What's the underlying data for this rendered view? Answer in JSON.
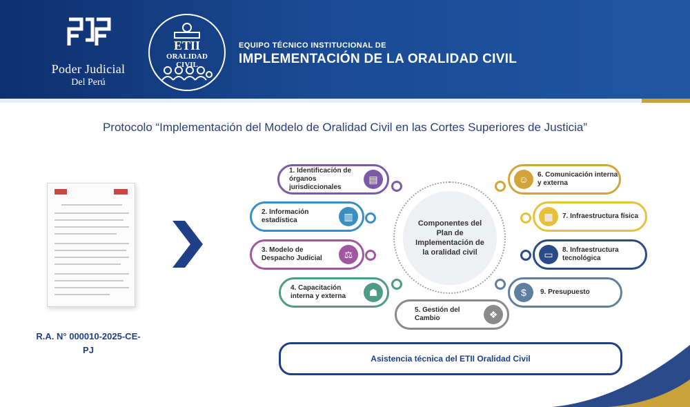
{
  "header": {
    "org_name": "Poder Judicial",
    "org_sub": "Del Perú",
    "etii_logo_top": "ETII",
    "etii_logo_bottom": "ORALIDAD CIVIL",
    "team_line": "EQUIPO TÉCNICO INSTITUCIONAL DE",
    "team_title": "IMPLEMENTACIÓN DE LA ORALIDAD CIVIL"
  },
  "page_title": "Protocolo “Implementación del Modelo de Oralidad Civil en las Cortes Superiores de Justicia”",
  "resolution": {
    "line1": "R.A. N° 000010-2025-CE-",
    "line2": "PJ"
  },
  "center": {
    "text": "Componentes del Plan de Implementación de la oralidad civil"
  },
  "components": [
    {
      "label": "1. Identificación de órganos jurisdiccionales",
      "color": "#7b5aa8",
      "icon": "clipboard-icon"
    },
    {
      "label": "2. Información estadística",
      "color": "#3a8ec6",
      "icon": "bar-chart-icon"
    },
    {
      "label": "3. Modelo de Despacho Judicial",
      "color": "#a0579f",
      "icon": "judge-desk-icon"
    },
    {
      "label": "4. Capacitación interna y externa",
      "color": "#4e9c86",
      "icon": "training-icon"
    },
    {
      "label": "5. Gestión del Cambio",
      "color": "#8a8a8a",
      "icon": "cubes-icon"
    },
    {
      "label": "6. Comunicación interna y externa",
      "color": "#d2a53a",
      "icon": "people-chat-icon"
    },
    {
      "label": "7. Infraestructura física",
      "color": "#e6c23a",
      "icon": "building-icon"
    },
    {
      "label": "8. Infraestructura tecnológica",
      "color": "#2a4a8a",
      "icon": "monitor-icon"
    },
    {
      "label": "9. Presupuesto",
      "color": "#5f7fa0",
      "icon": "money-icon"
    }
  ],
  "assistance": "Asistencia técnica del ETII Oralidad Civil",
  "colors": {
    "header_blue": "#1a4a93",
    "accent_navy": "#1f3f86",
    "gold": "#c9a23a"
  }
}
